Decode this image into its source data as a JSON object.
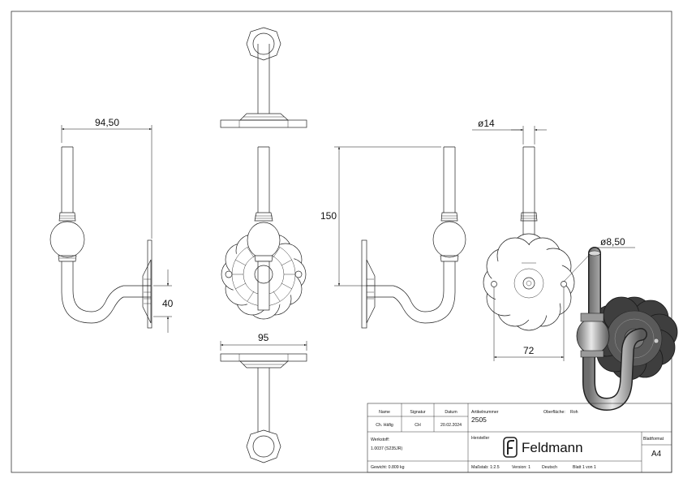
{
  "dimensions": {
    "width_top": "94,50",
    "diameter_rod": "ø14",
    "height": "150",
    "diameter_hole": "ø8,50",
    "plate_height": "40",
    "plate_width": "95",
    "plate_width_front": "72"
  },
  "title_block": {
    "col_name": "Name",
    "col_signatur": "Signatur",
    "col_datum": "Datum",
    "name_value": "Ch. Häfig",
    "signatur_value": "CH",
    "datum_value": "20.02.2024",
    "artikelnummer_label": "Artikelnummer",
    "artikelnummer_value": "2505",
    "oberflaeche_label": "Oberfläche:",
    "oberflaeche_value": "Roh",
    "werkstoff_label": "Werkstoff:",
    "werkstoff_value": "1.0037 (S235JR)",
    "hersteller_label": "Hersteller",
    "logo_text": "Feldmann",
    "blattformat_label": "Blattformat",
    "blattformat_value": "A4",
    "gewicht": "Gewicht: 0.809 kg",
    "massstab": "Maßstab: 1:2.5",
    "version": "Version: 1",
    "sprache": "Deutsch",
    "blatt": "Blatt 1 von 1"
  },
  "colors": {
    "line": "#222222",
    "background": "#ffffff",
    "shade": "#4a4a4a"
  }
}
